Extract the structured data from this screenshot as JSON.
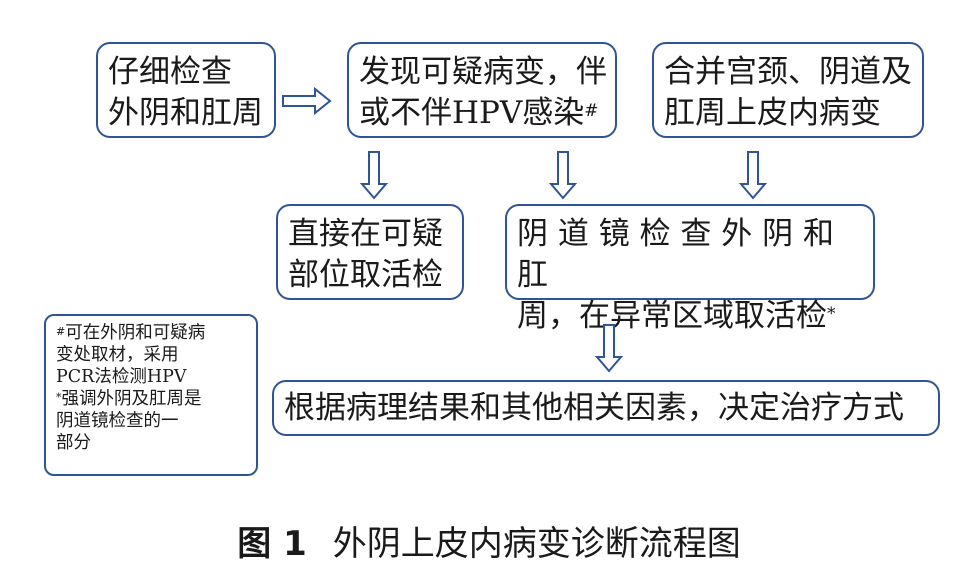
{
  "flowchart": {
    "box1": "仔细检查\n外阴和肛周",
    "box2_main": "发现可疑病变，伴\n或不伴HPV感染",
    "box2_mark": "#",
    "box3": "合并宫颈、阴道及\n肛周上皮内病变",
    "box4": "直接在可疑\n部位取活检",
    "box5_main": "阴 道 镜 检 查 外 阴 和 肛\n周，在异常区域取活检",
    "box5_mark": "*",
    "box6": "根据病理结果和其他相关因素，决定治疗方式"
  },
  "notes": {
    "mark1": "#",
    "text1": "可在外阴和可疑病\n变处取材，采用\nPCR法检测HPV",
    "mark2": "*",
    "text2": "强调外阴及肛周是\n阴道镜检查的一\n部分"
  },
  "caption": {
    "label": "图 1",
    "title": "外阴上皮内病变诊断流程图"
  },
  "colors": {
    "border": "#2f5597",
    "arrow": "#2f5597"
  }
}
